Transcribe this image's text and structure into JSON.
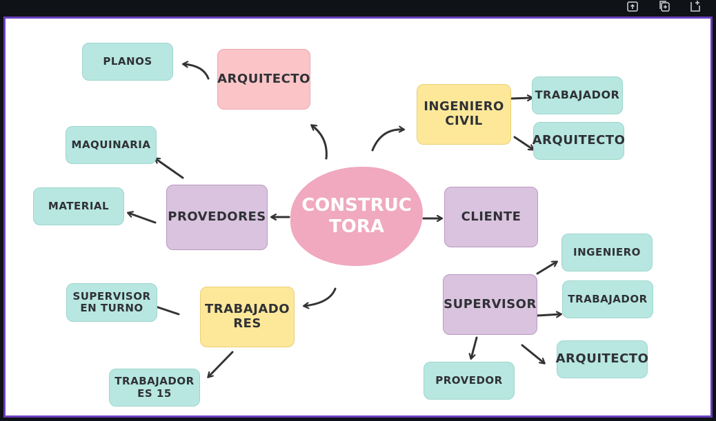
{
  "toolbar": {
    "icons": [
      "upload-icon",
      "duplicate-icon",
      "add-page-icon"
    ]
  },
  "diagram": {
    "center": "CONSTRUC\nTORA",
    "arquitecto_main": "ARQUITECTO",
    "planos": "PLANOS",
    "ingeniero_civil": "INGENIERO\nCIVIL",
    "trabajador_ic": "TRABAJADOR",
    "arquitecto_ic": "ARQUITECTO",
    "provedores": "PROVEDORES",
    "maquinaria": "MAQUINARIA",
    "material": "MATERIAL",
    "cliente": "CLIENTE",
    "trabajadores": "TRABAJADO\nRES",
    "supervisor_turno": "SUPERVISOR\nEN TURNO",
    "trabajadores_15": "TRABAJADOR\nES   15",
    "supervisor": "SUPERVISOR",
    "ingeniero_sup": "INGENIERO",
    "trabajador_sup": "TRABAJADOR",
    "arquitecto_sup": "ARQUITECTO",
    "provedor_sup": "PROVEDOR"
  },
  "colors": {
    "frame": "#6c3fc0",
    "teal": "#b7e7e0",
    "pink": "#fbc5c8",
    "yellow": "#fde89a",
    "purple": "#d9c3de",
    "center": "#f0a9bf",
    "arrow": "#333333"
  }
}
